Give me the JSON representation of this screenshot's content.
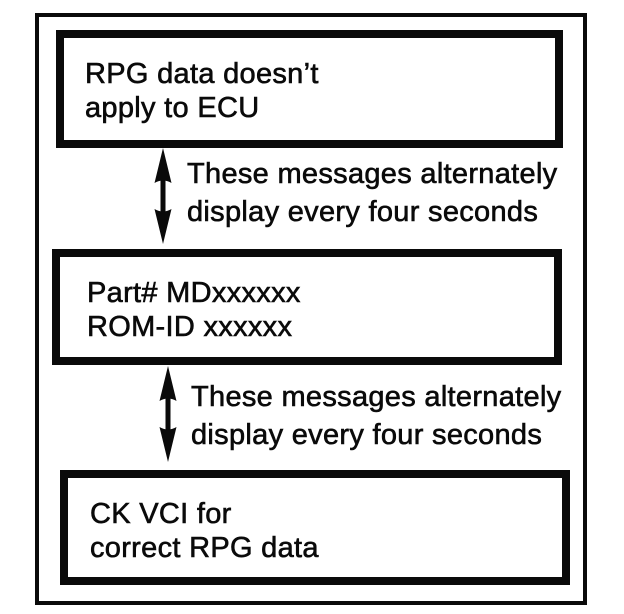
{
  "diagram": {
    "boxes": [
      {
        "lines": [
          "RPG data doesn’t",
          "apply to ECU"
        ]
      },
      {
        "lines": [
          "Part# MDxxxxxx",
          "ROM-ID xxxxxx"
        ]
      },
      {
        "lines": [
          "CK VCI for",
          "correct RPG data"
        ]
      }
    ],
    "annotations": [
      {
        "lines": [
          "These messages alternately",
          "display every four seconds"
        ]
      },
      {
        "lines": [
          "These messages alternately",
          "display every four seconds"
        ]
      }
    ],
    "icons": {
      "arrow": "double-headed-vertical-arrow"
    },
    "colors": {
      "ink": "#0a0a0a",
      "background": "#ffffff"
    }
  }
}
